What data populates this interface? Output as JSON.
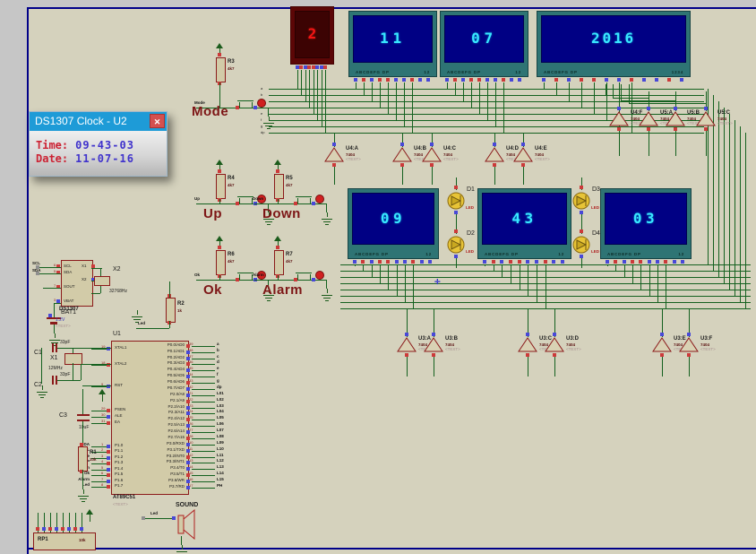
{
  "tooltip": {
    "title": "DS1307 Clock - U2",
    "close_glyph": "✕",
    "time_label": "Time:",
    "time_value": "09-43-03",
    "date_label": "Date:",
    "date_value": "11-07-16"
  },
  "displays": {
    "red_digit": "2",
    "date": [
      "11",
      "07",
      "2016"
    ],
    "time": [
      "09",
      "43",
      "03"
    ],
    "segment_label": "ABCDEFG DP",
    "idx2": "12",
    "idx4": "1234"
  },
  "bus_labels_top": [
    "a",
    "b",
    "c",
    "d",
    "e",
    "f",
    "g",
    "dp"
  ],
  "buttons": [
    {
      "res": "R3",
      "val": "4k7",
      "label": "Mode"
    },
    {
      "res": "R4",
      "val": "4k7",
      "label": "Up"
    },
    {
      "res": "R5",
      "val": "4k7",
      "label": "Down"
    },
    {
      "res": "R6",
      "val": "4k7",
      "label": "Ok"
    },
    {
      "res": "R7",
      "val": "4k7",
      "label": "Alarm"
    }
  ],
  "gates_top": [
    "U4:F",
    "U5:A",
    "U5:B",
    "U5:C"
  ],
  "gates_mid": [
    "U4:A",
    "U4:B",
    "U4:C",
    "U4:D",
    "U4:E"
  ],
  "gates_bottom": [
    "U3:A",
    "U3:B",
    "U3:C",
    "U3:D",
    "U3:E",
    "U3:F"
  ],
  "gate_type": "7404",
  "placeholder": "<TEXT>",
  "leds": [
    "D1",
    "D2",
    "D3",
    "D4"
  ],
  "led_value": "LED",
  "rtc": {
    "part": "DS1307",
    "left": [
      {
        "num": "6",
        "name": "SCL"
      },
      {
        "num": "5",
        "name": "SDA"
      },
      {
        "num": "7",
        "name": "SOUT"
      },
      {
        "num": "3",
        "name": "VBAT"
      }
    ],
    "right": [
      {
        "num": "1",
        "name": "X1"
      },
      {
        "num": "2",
        "name": "X2"
      }
    ]
  },
  "x2": {
    "ref": "X2",
    "val": "32768Hz"
  },
  "bat1": {
    "ref": "BAT1",
    "val": "1.2V"
  },
  "c1": {
    "ref": "C1",
    "val": "33pF"
  },
  "c2": {
    "ref": "C2",
    "val": "33pF"
  },
  "c3": {
    "ref": "C3",
    "val": "10uF"
  },
  "x1": {
    "ref": "X1",
    "val": "12MHz"
  },
  "r1": {
    "ref": "R1",
    "val": "10k"
  },
  "r2": {
    "ref": "R2",
    "val": "1k"
  },
  "rp1": {
    "ref": "RP1",
    "val": "10k"
  },
  "sound": {
    "label": "SOUND",
    "net": "Led"
  },
  "mcu": {
    "ref": "U1",
    "part": "AT89C51",
    "left_pins": [
      {
        "num": "19",
        "name": "XTAL1"
      },
      {
        "num": "18",
        "name": "XTAL2"
      },
      {
        "num": "9",
        "name": "RST"
      },
      {
        "num": "29",
        "name": "PSEN"
      },
      {
        "num": "30",
        "name": "ALE"
      },
      {
        "num": "31",
        "name": "EA"
      },
      {
        "num": "1",
        "name": "P1.0",
        "net": "SDA"
      },
      {
        "num": "2",
        "name": "P1.1",
        "net": "SCL"
      },
      {
        "num": "3",
        "name": "P1.2",
        "net": "Mode"
      },
      {
        "num": "4",
        "name": "P1.3",
        "net": "UP"
      },
      {
        "num": "5",
        "name": "P1.4",
        "net": "Down"
      },
      {
        "num": "6",
        "name": "P1.5",
        "net": "Ok"
      },
      {
        "num": "7",
        "name": "P1.6",
        "net": "Alarm"
      },
      {
        "num": "8",
        "name": "P1.7",
        "net": "Led"
      }
    ],
    "right_pins": [
      {
        "num": "39",
        "name": "P0.0/AD0",
        "net": "a"
      },
      {
        "num": "38",
        "name": "P0.1/AD1",
        "net": "b"
      },
      {
        "num": "37",
        "name": "P0.2/AD2",
        "net": "c"
      },
      {
        "num": "36",
        "name": "P0.3/AD3",
        "net": "d"
      },
      {
        "num": "35",
        "name": "P0.4/AD4",
        "net": "e"
      },
      {
        "num": "34",
        "name": "P0.5/AD5",
        "net": "f"
      },
      {
        "num": "33",
        "name": "P0.6/AD6",
        "net": "g"
      },
      {
        "num": "32",
        "name": "P0.7/AD7",
        "net": "dp"
      },
      {
        "num": "21",
        "name": "P2.0/A8",
        "net": "L01"
      },
      {
        "num": "22",
        "name": "P2.1/A9",
        "net": "L02"
      },
      {
        "num": "23",
        "name": "P2.2/A10",
        "net": "L03"
      },
      {
        "num": "24",
        "name": "P2.3/A11",
        "net": "L04"
      },
      {
        "num": "25",
        "name": "P2.4/A12",
        "net": "L05"
      },
      {
        "num": "26",
        "name": "P2.5/A13",
        "net": "L06"
      },
      {
        "num": "27",
        "name": "P2.6/A14",
        "net": "L07"
      },
      {
        "num": "28",
        "name": "P2.7/A15",
        "net": "L08"
      },
      {
        "num": "10",
        "name": "P3.0/RXD",
        "net": "L09"
      },
      {
        "num": "11",
        "name": "P3.1/TXD",
        "net": "L10"
      },
      {
        "num": "12",
        "name": "P3.2/INT0",
        "net": "L11"
      },
      {
        "num": "13",
        "name": "P3.3/INT1",
        "net": "L12"
      },
      {
        "num": "14",
        "name": "P3.4/T0",
        "net": "L13"
      },
      {
        "num": "15",
        "name": "P3.5/T1",
        "net": "L14"
      },
      {
        "num": "16",
        "name": "P3.6/WR",
        "net": "L15"
      },
      {
        "num": "17",
        "name": "P3.7/RD",
        "net": "PH"
      }
    ]
  }
}
